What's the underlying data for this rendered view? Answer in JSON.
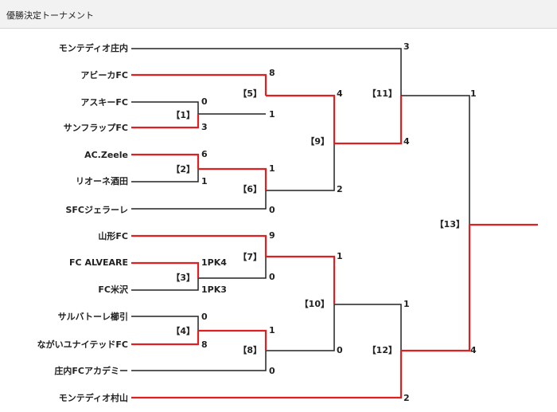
{
  "header": {
    "title": "優勝決定トーナメント"
  },
  "colors": {
    "winner_line": "#e02020",
    "line": "#222222",
    "header_bg": "#f2f2f2"
  },
  "teams": [
    "モンテディオ庄内",
    "アビーカFC",
    "アスキーFC",
    "サンフラップFC",
    "AC.Zeele",
    "リオーネ酒田",
    "SFCジェラーレ",
    "山形FC",
    "FC ALVEARE",
    "FC米沢",
    "サルバトーレ櫛引",
    "ながいユナイテッドFC",
    "庄内FCアカデミー",
    "モンテディオ村山"
  ],
  "matches": [
    {
      "label": "【1】",
      "scores": [
        "0",
        "3"
      ]
    },
    {
      "label": "【2】",
      "scores": [
        "6",
        "1"
      ]
    },
    {
      "label": "【3】",
      "scores": [
        "1PK4",
        "1PK3"
      ]
    },
    {
      "label": "【4】",
      "scores": [
        "0",
        "8"
      ]
    },
    {
      "label": "【5】",
      "scores": [
        "8",
        "1"
      ]
    },
    {
      "label": "【6】",
      "scores": [
        "1",
        "0"
      ]
    },
    {
      "label": "【7】",
      "scores": [
        "9",
        "0"
      ]
    },
    {
      "label": "【8】",
      "scores": [
        "1",
        "0"
      ]
    },
    {
      "label": "【9】",
      "scores": [
        "4",
        "2"
      ]
    },
    {
      "label": "【10】",
      "scores": [
        "1",
        "0"
      ]
    },
    {
      "label": "【11】",
      "scores": [
        "3",
        "4"
      ]
    },
    {
      "label": "【12】",
      "scores": [
        "1",
        "2"
      ]
    },
    {
      "label": "【13】",
      "scores": [
        "1",
        "4"
      ]
    }
  ]
}
